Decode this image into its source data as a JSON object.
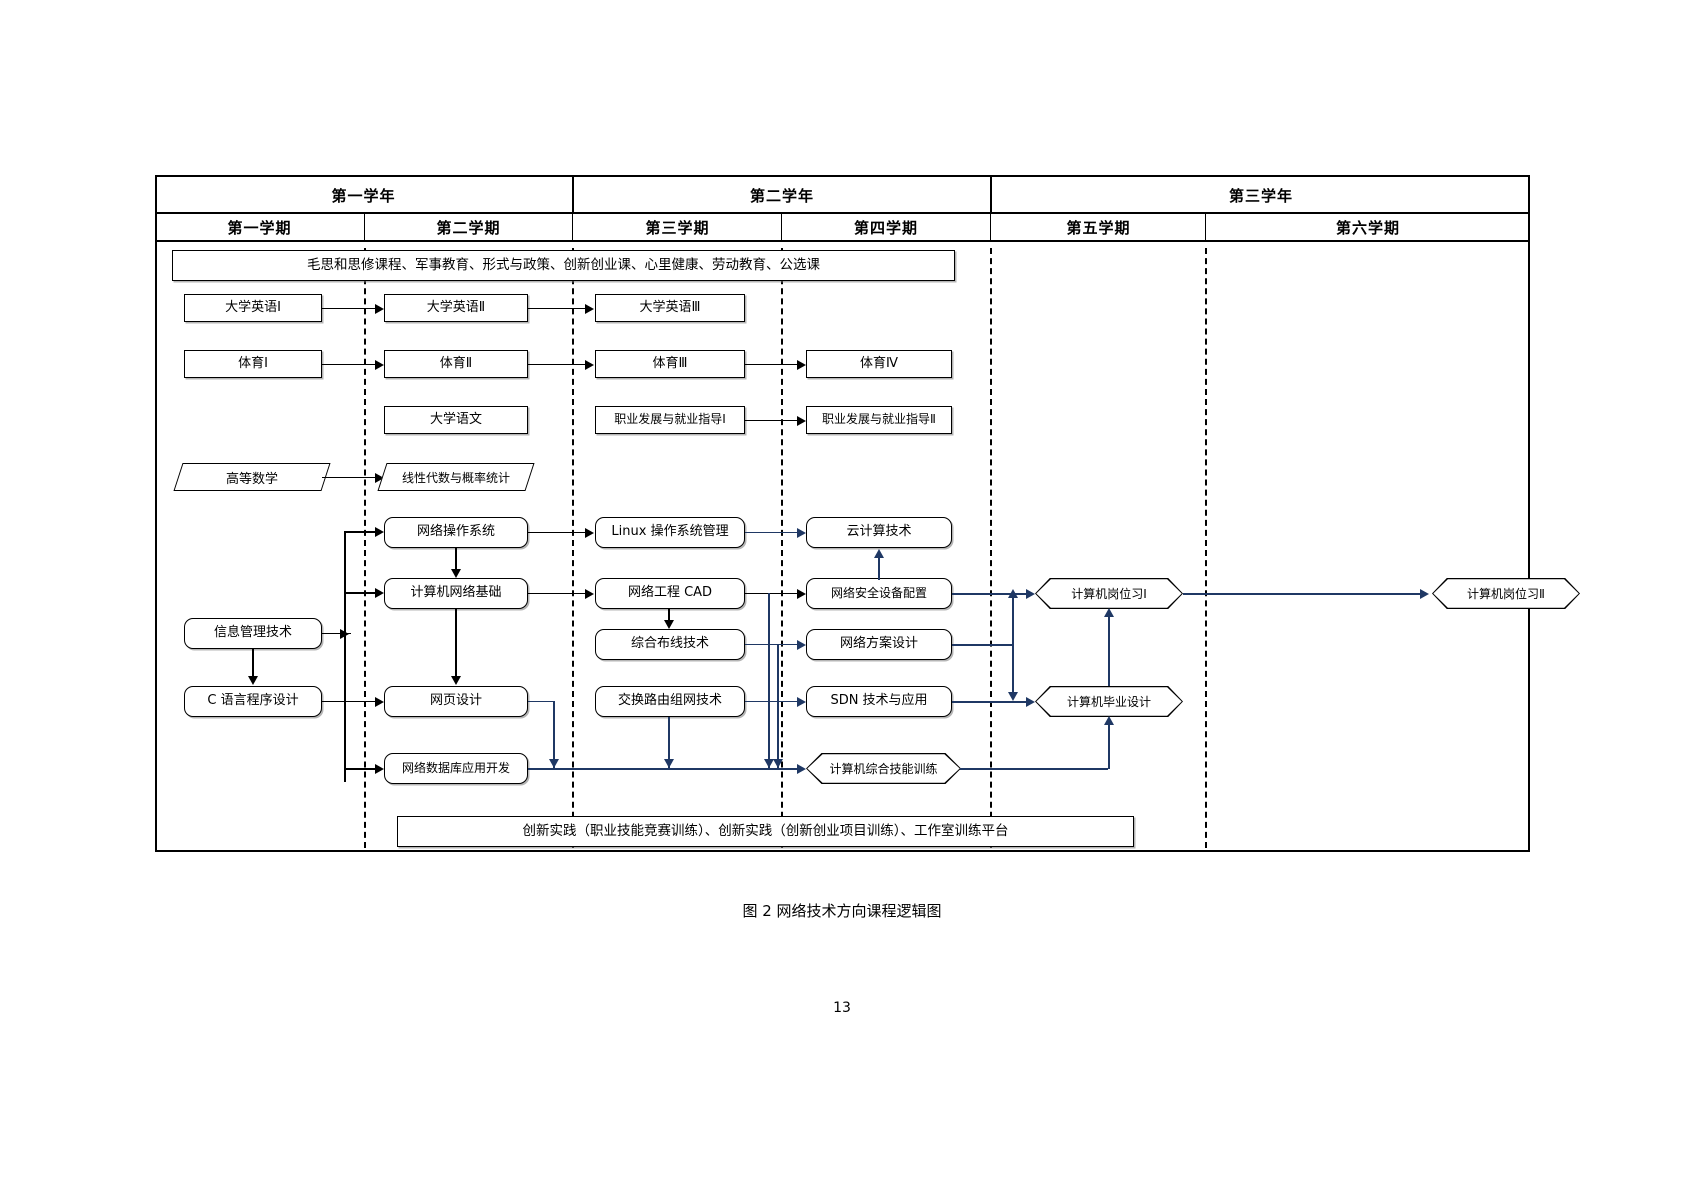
{
  "figure": {
    "caption": "图 2 网络技术方向课程逻辑图",
    "page_number": "13"
  },
  "header": {
    "years": [
      {
        "label": "第一学年"
      },
      {
        "label": "第二学年"
      },
      {
        "label": "第三学年"
      }
    ],
    "semesters": [
      {
        "label": "第一学期"
      },
      {
        "label": "第二学期"
      },
      {
        "label": "第三学期"
      },
      {
        "label": "第四学期"
      },
      {
        "label": "第五学期"
      },
      {
        "label": "第六学期"
      }
    ]
  },
  "banners": {
    "top": "毛思和思修课程、军事教育、形式与政策、创新创业课、心里健康、劳动教育、公选课",
    "bottom": "创新实践（职业技能竞赛训练）、创新实践（创新创业项目训练）、工作室训练平台"
  },
  "courses": {
    "english_1": "大学英语Ⅰ",
    "english_2": "大学英语Ⅱ",
    "english_3": "大学英语Ⅲ",
    "pe_1": "体育Ⅰ",
    "pe_2": "体育Ⅱ",
    "pe_3": "体育Ⅲ",
    "pe_4": "体育Ⅳ",
    "chinese": "大学语文",
    "career_1": "职业发展与就业指导Ⅰ",
    "career_2": "职业发展与就业指导Ⅱ",
    "math_advanced": "高等数学",
    "math_linear": "线性代数与概率统计",
    "net_os": "网络操作系统",
    "linux_admin": "Linux 操作系统管理",
    "cloud": "云计算技术",
    "net_basics": "计算机网络基础",
    "net_cad": "网络工程 CAD",
    "net_security": "网络安全设备配置",
    "cabling": "综合布线技术",
    "net_plan": "网络方案设计",
    "info_mgmt": "信息管理技术",
    "c_lang": "C 语言程序设计",
    "web_design": "网页设计",
    "routing": "交换路由组网技术",
    "sdn": "SDN 技术与应用",
    "net_db": "网络数据库应用开发",
    "comp_skills": "计算机综合技能训练",
    "intern_1": "计算机岗位习Ⅰ",
    "intern_2": "计算机岗位习Ⅱ",
    "graduation": "计算机毕业设计"
  },
  "colors": {
    "line_black": "#000000",
    "line_blue": "#1f3864",
    "background": "#ffffff"
  }
}
